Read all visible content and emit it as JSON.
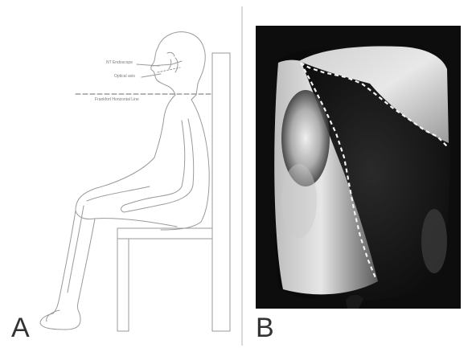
{
  "panels": {
    "a": {
      "letter": "A",
      "labels": {
        "endoscope": "NT Endoscope",
        "optical_axis": "Optical axis",
        "frankfort_line": "Frankfort Horizontal Line"
      }
    },
    "b": {
      "letter": "B"
    }
  },
  "colors": {
    "line_art": "#9a9a9a",
    "frankfort_dash": "#6a6a6a",
    "photo_background": "#0d0d0d",
    "outline_dashes": "#f2f2f2"
  }
}
